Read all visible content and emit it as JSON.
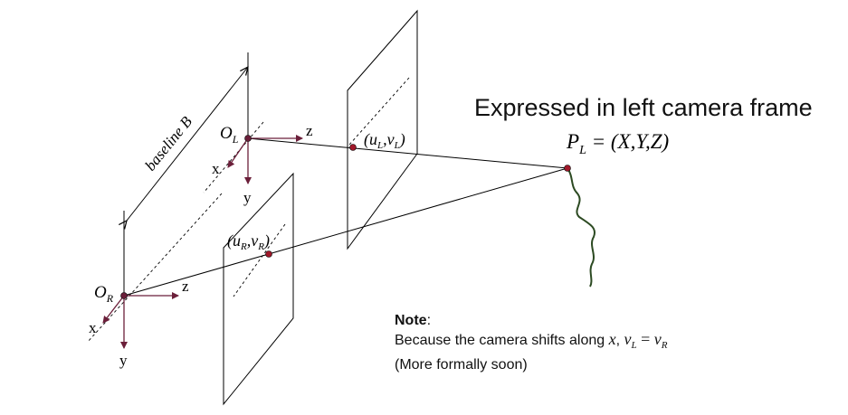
{
  "diagram": {
    "title": "Expressed in left camera frame",
    "point_label": {
      "name": "P",
      "subscript": "L",
      "rest": " = (X,Y,Z)"
    },
    "baseline_label": "baseline B",
    "left_camera": {
      "origin": "O",
      "origin_sub": "L",
      "axis_x": "x",
      "axis_y": "y",
      "axis_z": "z",
      "image_point": {
        "open": "(u",
        "u_sub": "L",
        "mid": ",v",
        "v_sub": "L",
        "close": ")"
      }
    },
    "right_camera": {
      "origin": "O",
      "origin_sub": "R",
      "axis_x": "x",
      "axis_y": "y",
      "axis_z": "z",
      "image_point": {
        "open": "(u",
        "u_sub": "R",
        "mid": ",v",
        "v_sub": "R",
        "close": ")"
      }
    },
    "note": {
      "heading": "Note",
      "heading_colon": ":",
      "line1_text": "Because the camera shifts along ",
      "line1_x": "x",
      "line1_comma": ", ",
      "line1_vl": "v",
      "line1_vl_sub": "L",
      "line1_eq": " = ",
      "line1_vr": "v",
      "line1_vr_sub": "R",
      "line2": "(More formally soon)"
    },
    "colors": {
      "line": "#000000",
      "axis_arrow": "#6b1f3a",
      "point_fill": "#a0182a",
      "curve": "#2c4a22"
    }
  }
}
